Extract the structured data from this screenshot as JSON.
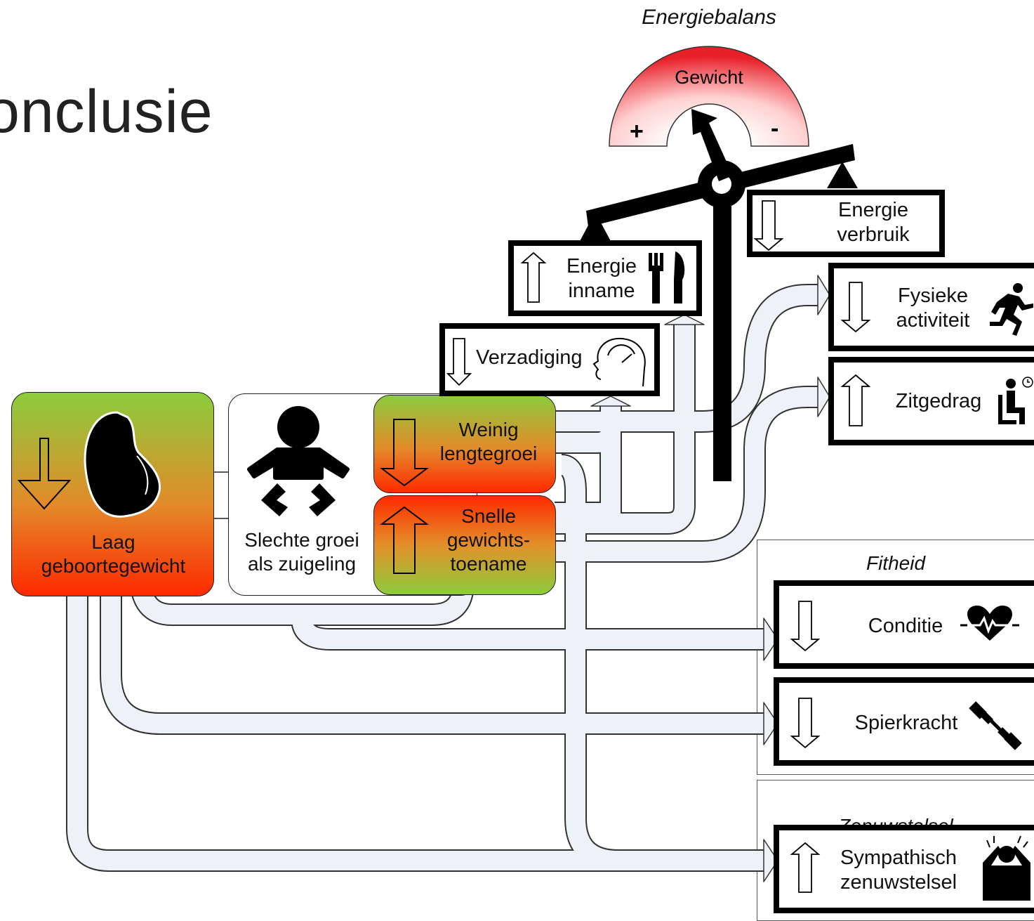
{
  "title": "onclusie",
  "energy_balance": {
    "label": "Energiebalans",
    "gauge_label": "Gewicht",
    "plus": "+",
    "minus": "-"
  },
  "nodes": {
    "laag": "Laag\ngeboortegewicht",
    "slechte_groei": "Slechte groei\nals zuigeling",
    "weinig": "Weinig\nlengtegroei",
    "snelle": "Snelle\ngewichts-\ntoename",
    "verzadiging": "Verzadiging",
    "energie_inname": "Energie\ninname",
    "energie_verbruik": "Energie\nverbruik",
    "fysieke": "Fysieke\nactiviteit",
    "zitgedrag": "Zitgedrag"
  },
  "fitheid": {
    "label": "Fitheid",
    "conditie": "Conditie",
    "spierkracht": "Spierkracht"
  },
  "zenuwstelsel": {
    "label": "Zenuwstelsel",
    "sympathisch": "Sympathisch\nzenuwstelsel"
  },
  "colors": {
    "red": "#ff2a00",
    "green": "#8ccc3c",
    "arrow_fill": "#eef1f7",
    "gauge_red": "#e8202a"
  }
}
